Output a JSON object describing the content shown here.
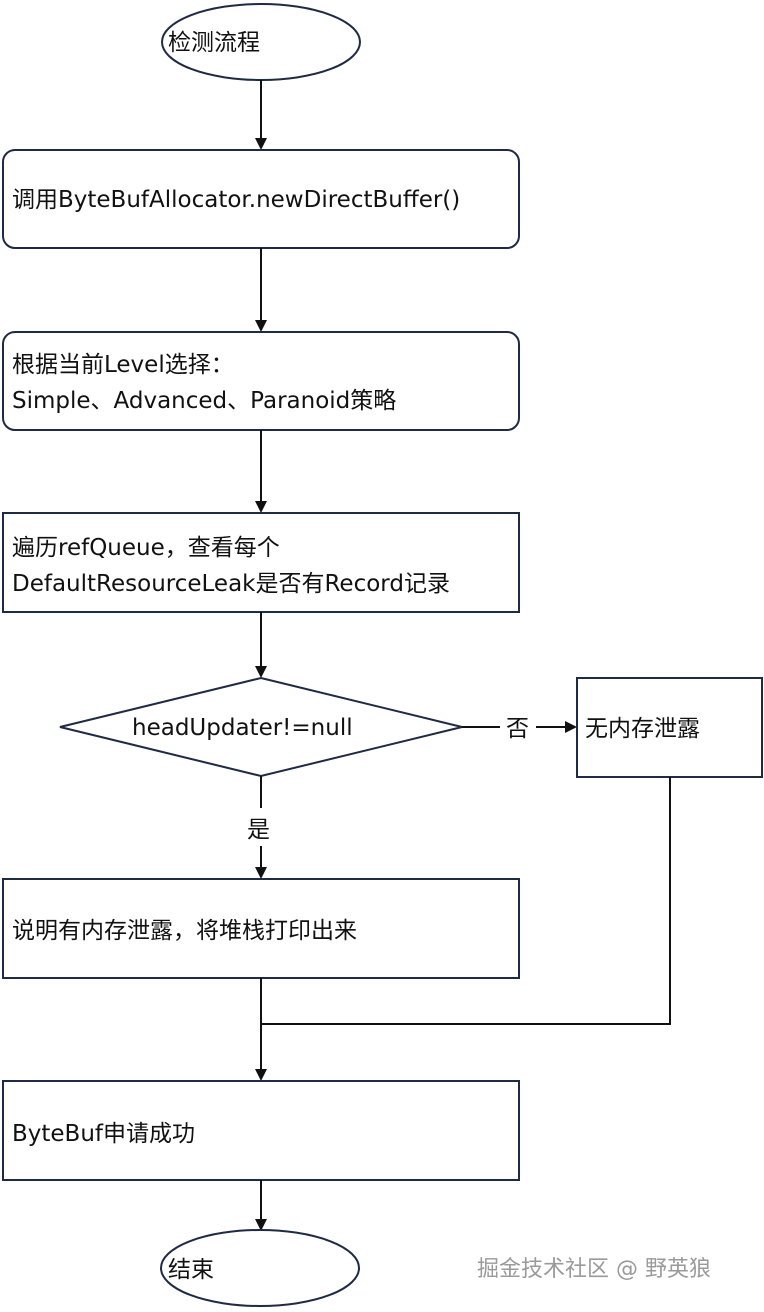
{
  "nodes": {
    "start": "检测流程",
    "step1": "调用ByteBufAllocator.newDirectBuffer()",
    "step2": [
      "根据当前Level选择：",
      "Simple、Advanced、Paranoid策略"
    ],
    "step3": [
      "遍历refQueue，查看每个",
      "DefaultResourceLeak是否有Record记录"
    ],
    "decision": "headUpdater!=null",
    "no_leak": "无内存泄露",
    "leak": "说明有内存泄露，将堆栈打印出来",
    "success": "ByteBuf申请成功",
    "end": "结束"
  },
  "edges": {
    "no_label": "否",
    "yes_label": "是"
  },
  "watermark": "掘金技术社区 @ 野英狼"
}
